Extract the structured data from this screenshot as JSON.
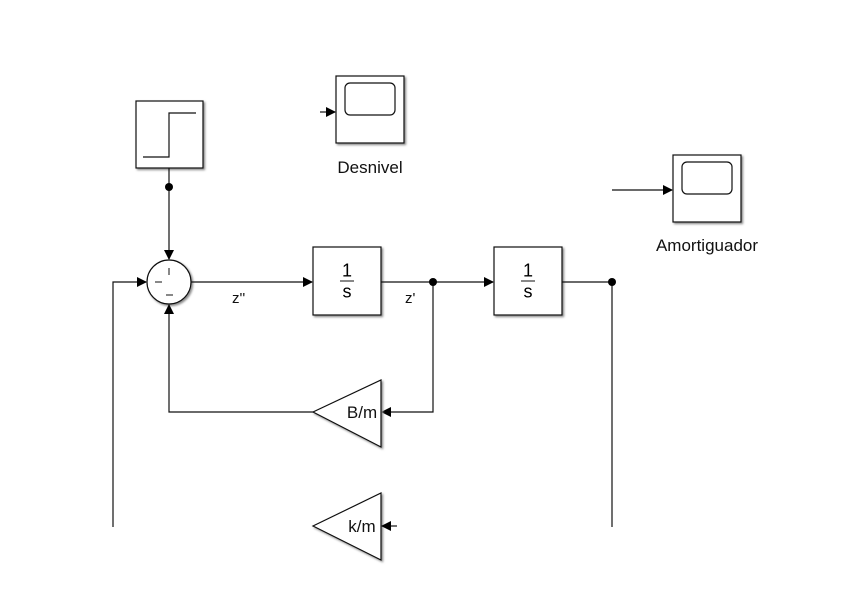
{
  "blocks": {
    "step": {
      "type": "step",
      "icon": "step-icon"
    },
    "sum": {
      "type": "sum",
      "signs": [
        "-",
        "|",
        "-"
      ]
    },
    "integrator1": {
      "numerator": "1",
      "denominator": "s"
    },
    "integrator2": {
      "numerator": "1",
      "denominator": "s"
    },
    "gain_b": {
      "label": "B/m"
    },
    "gain_k": {
      "label": "k/m"
    },
    "scope_desnivel": {
      "label": "Desnivel"
    },
    "scope_amortiguador": {
      "label": "Amortiguador"
    }
  },
  "signals": {
    "acc": "z''",
    "vel": "z'"
  }
}
